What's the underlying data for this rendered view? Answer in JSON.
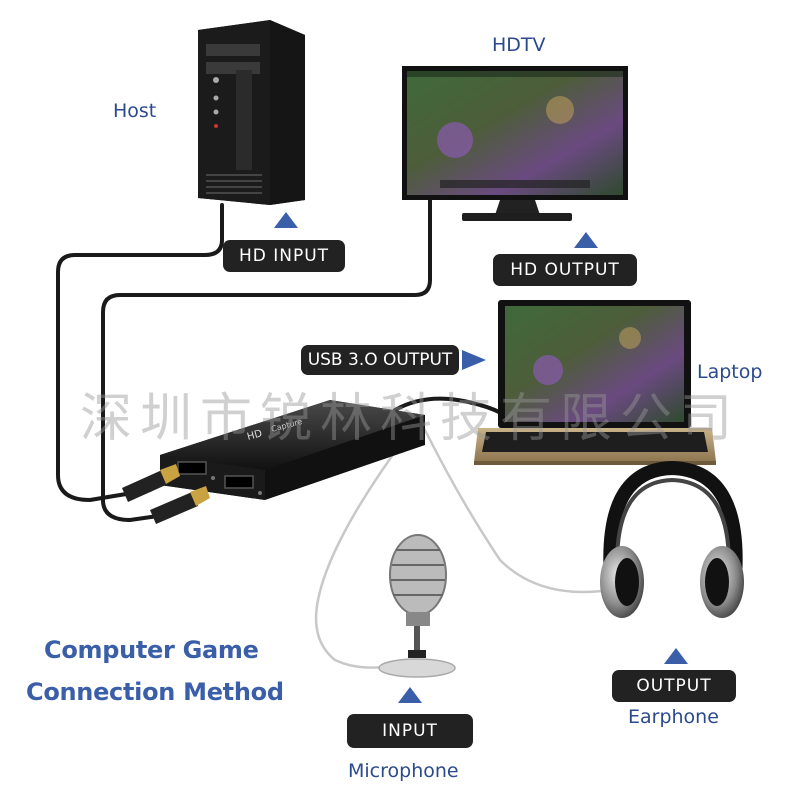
{
  "labels": {
    "host": "Host",
    "hdtv": "HDTV",
    "laptop": "Laptop",
    "earphone": "Earphone",
    "microphone": "Microphone"
  },
  "pills": {
    "hd_input": "HD  INPUT",
    "hd_output": "HD  OUTPUT",
    "usb_output": "USB 3.O OUTPUT",
    "earphone_output": "OUTPUT",
    "mic_input": "INPUT"
  },
  "title": {
    "line1": "Computer Game",
    "line2": "Connection Method"
  },
  "device": {
    "brand": "HD",
    "label": "Capture"
  },
  "watermark": "深圳市锐林科技有限公司",
  "colors": {
    "label_blue": "#2b4a8e",
    "title_blue": "#3a5fa8",
    "pill_bg": "#222222",
    "arrow_blue": "#3a5fa8",
    "cable": "#1a1a1a"
  }
}
